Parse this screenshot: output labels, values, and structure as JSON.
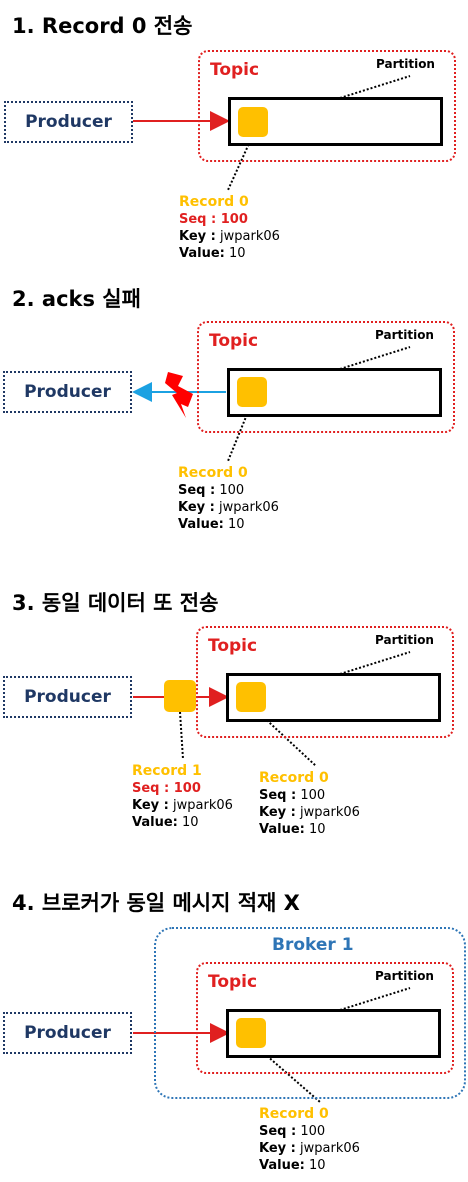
{
  "sections": [
    {
      "heading": "1. Record 0 전송",
      "producer": "Producer",
      "topic": "Topic",
      "partition": "Partition",
      "records": [
        {
          "title": "Record 0",
          "seq_label": "Seq :",
          "seq_value": "100",
          "key_label": "Key :",
          "key_value": "jwpark06",
          "value_label": "Value:",
          "value_value": "10"
        }
      ]
    },
    {
      "heading": "2. acks 실패",
      "producer": "Producer",
      "topic": "Topic",
      "partition": "Partition",
      "records": [
        {
          "title": "Record 0",
          "seq_label": "Seq :",
          "seq_value": "100",
          "key_label": "Key :",
          "key_value": "jwpark06",
          "value_label": "Value:",
          "value_value": "10"
        }
      ]
    },
    {
      "heading": "3. 동일 데이터 또 전송",
      "producer": "Producer",
      "topic": "Topic",
      "partition": "Partition",
      "records": [
        {
          "title": "Record 1",
          "seq_label": "Seq :",
          "seq_value": "100",
          "key_label": "Key :",
          "key_value": "jwpark06",
          "value_label": "Value:",
          "value_value": "10"
        },
        {
          "title": "Record 0",
          "seq_label": "Seq :",
          "seq_value": "100",
          "key_label": "Key :",
          "key_value": "jwpark06",
          "value_label": "Value:",
          "value_value": "10"
        }
      ]
    },
    {
      "heading": "4. 브로커가 동일 메시지 적재 X",
      "broker": "Broker 1",
      "producer": "Producer",
      "topic": "Topic",
      "partition": "Partition",
      "records": [
        {
          "title": "Record 0",
          "seq_label": "Seq :",
          "seq_value": "100",
          "key_label": "Key :",
          "key_value": "jwpark06",
          "value_label": "Value:",
          "value_value": "10"
        }
      ]
    }
  ],
  "colors": {
    "producer": "#1f3864",
    "topic": "#e02020",
    "record": "#ffc000",
    "broker": "#2e75b6",
    "send_arrow": "#e02020",
    "ack_arrow": "#1ba1e2"
  }
}
